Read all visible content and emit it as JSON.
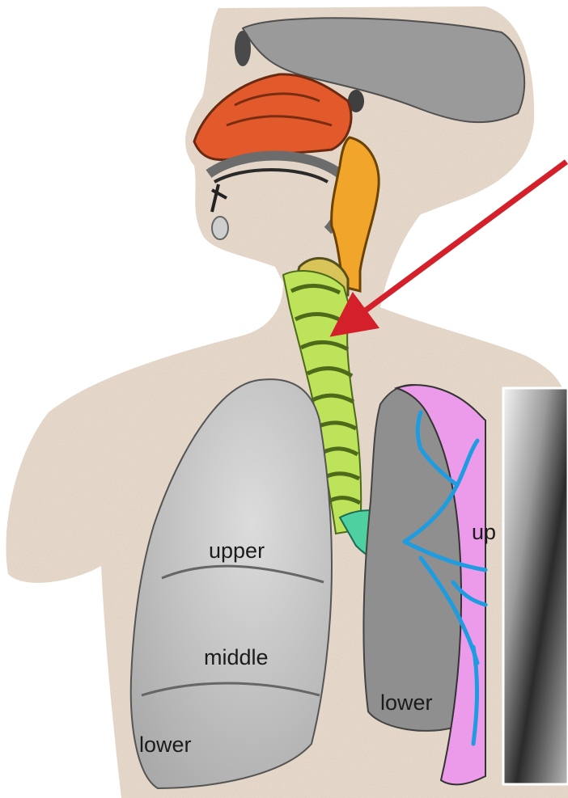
{
  "figure": {
    "labels": {
      "right_upper": "upper",
      "right_middle": "middle",
      "right_lower": "lower",
      "left_upper_partial": "up",
      "left_lower": "lower"
    },
    "colors": {
      "skin": "#e9dccd",
      "nasal_cavity": "#e25a2c",
      "pharynx": "#f1a52a",
      "trachea": "#bde35a",
      "bronchus": "#4fd0a0",
      "left_lung": "#ec9bea",
      "bronchial_tree": "#1f9be0",
      "right_lung": "#c9c9c9",
      "arrow": "#d4202a"
    }
  }
}
